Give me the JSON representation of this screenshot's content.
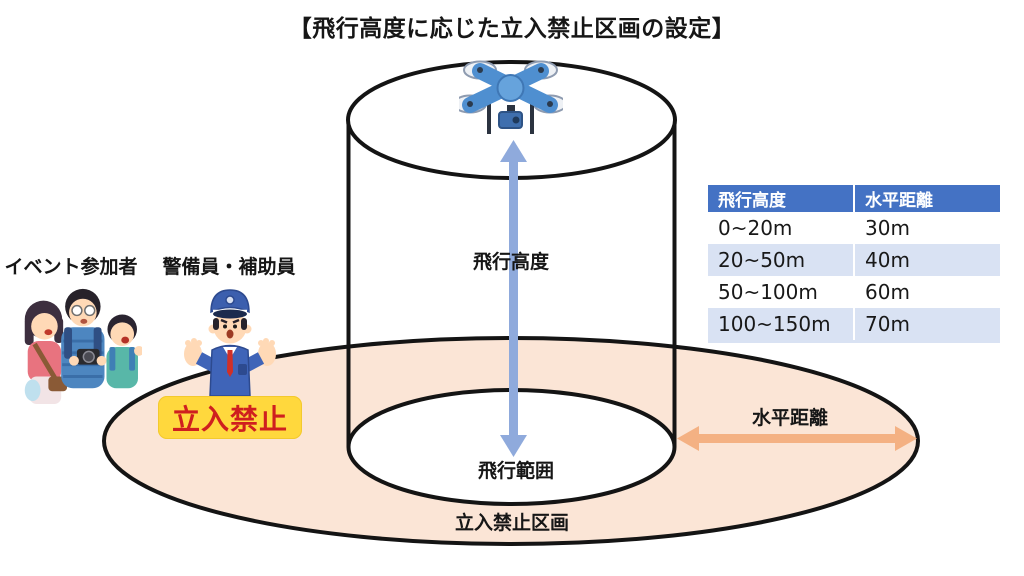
{
  "title": "【飛行高度に応じた立入禁止区画の設定】",
  "labels": {
    "flight_altitude": "飛行高度",
    "flight_range": "飛行範囲",
    "no_entry_zone": "立入禁止区画",
    "horizontal_distance": "水平距離",
    "event_participants": "イベント参加者",
    "security_guard": "警備員・補助員",
    "no_entry_badge": "立入禁止"
  },
  "table": {
    "headers": [
      "飛行高度",
      "水平距離"
    ],
    "rows": [
      [
        "0~20m",
        "30m"
      ],
      [
        "20~50m",
        "40m"
      ],
      [
        "50~100m",
        "60m"
      ],
      [
        "100~150m",
        "70m"
      ]
    ]
  },
  "colors": {
    "zone_fill": "#fbe5d6",
    "outline": "#141414",
    "altitude_arrow": "#8faadc",
    "distance_arrow": "#f4b183",
    "table_header_bg": "#4472c4",
    "table_band_row": "#d9e2f3",
    "badge_bg": "#ffd83d",
    "badge_text": "#cf1f1f",
    "drone_blue": "#5b9bd5",
    "guard_blue": "#3f64b8"
  }
}
